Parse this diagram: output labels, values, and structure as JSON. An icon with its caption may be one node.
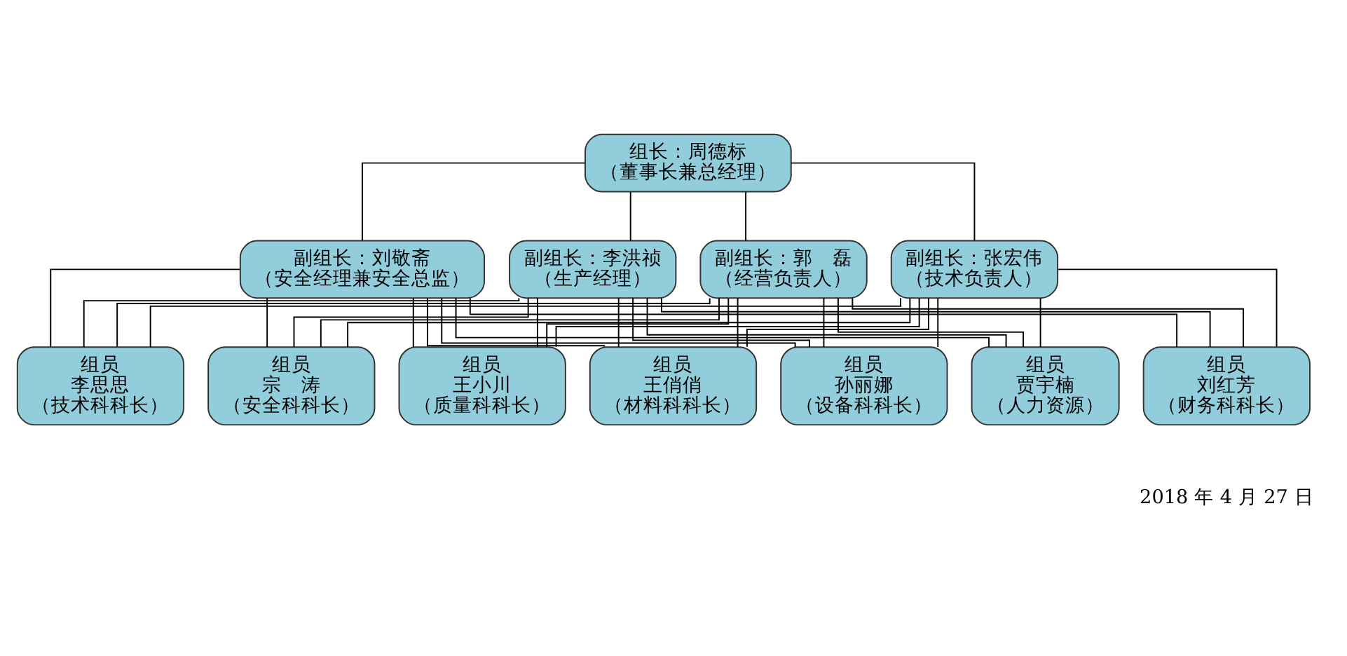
{
  "diagram": {
    "nodes": [
      {
        "text": [
          "组长：周德标",
          "（董事长兼总经理）"
        ]
      },
      {
        "text": [
          "副组长：刘敬斋",
          "（安全经理兼安全总监）"
        ]
      },
      {
        "text": [
          "副组长：李洪祯",
          "（生产经理）"
        ]
      },
      {
        "text": [
          "副组长：郭　磊",
          "（经营负责人）"
        ]
      },
      {
        "text": [
          "副组长：张宏伟",
          "（技术负责人）"
        ]
      },
      {
        "text": [
          "组员",
          "李思思",
          "（技术科科长）"
        ]
      },
      {
        "text": [
          "组员",
          "宗　涛",
          "（安全科科长）"
        ]
      },
      {
        "text": [
          "组员",
          "王小川",
          "（质量科科长）"
        ]
      },
      {
        "text": [
          "组员",
          "王俏俏",
          "（材料科科长）"
        ]
      },
      {
        "text": [
          "组员",
          "孙丽娜",
          "（设备科科长）"
        ]
      },
      {
        "text": [
          "组员",
          "贾宇楠",
          "（人力资源）"
        ]
      },
      {
        "text": [
          "组员",
          "刘红芳",
          "（财务科科长）"
        ]
      }
    ],
    "edges": [
      {
        "from": 0,
        "to": 1,
        "arrow": "none"
      },
      {
        "from": 0,
        "to": 2,
        "arrow": "none"
      },
      {
        "from": 0,
        "to": 3,
        "arrow": "none"
      },
      {
        "from": 0,
        "to": 4,
        "arrow": "none"
      },
      {
        "from": 1,
        "to": 5,
        "arrow": "none"
      },
      {
        "from": 1,
        "to": 6,
        "arrow": "none"
      },
      {
        "from": 1,
        "to": 7,
        "arrow": "none"
      },
      {
        "from": 1,
        "to": 8,
        "arrow": "none"
      },
      {
        "from": 1,
        "to": 9,
        "arrow": "none"
      },
      {
        "from": 1,
        "to": 10,
        "arrow": "none"
      },
      {
        "from": 1,
        "to": 11,
        "arrow": "none"
      },
      {
        "from": 2,
        "to": 5,
        "arrow": "none"
      },
      {
        "from": 2,
        "to": 6,
        "arrow": "none"
      },
      {
        "from": 2,
        "to": 7,
        "arrow": "none"
      },
      {
        "from": 2,
        "to": 8,
        "arrow": "none"
      },
      {
        "from": 2,
        "to": 9,
        "arrow": "none"
      },
      {
        "from": 2,
        "to": 10,
        "arrow": "none"
      },
      {
        "from": 2,
        "to": 11,
        "arrow": "none"
      },
      {
        "from": 3,
        "to": 5,
        "arrow": "none"
      },
      {
        "from": 3,
        "to": 6,
        "arrow": "none"
      },
      {
        "from": 3,
        "to": 7,
        "arrow": "none"
      },
      {
        "from": 3,
        "to": 8,
        "arrow": "none"
      },
      {
        "from": 3,
        "to": 9,
        "arrow": "none"
      },
      {
        "from": 3,
        "to": 10,
        "arrow": "none"
      },
      {
        "from": 3,
        "to": 11,
        "arrow": "none"
      },
      {
        "from": 4,
        "to": 5,
        "arrow": "none"
      },
      {
        "from": 4,
        "to": 6,
        "arrow": "none"
      },
      {
        "from": 4,
        "to": 7,
        "arrow": "none"
      },
      {
        "from": 4,
        "to": 8,
        "arrow": "none"
      },
      {
        "from": 4,
        "to": 9,
        "arrow": "none"
      },
      {
        "from": 4,
        "to": 10,
        "arrow": "none"
      },
      {
        "from": 4,
        "to": 11,
        "arrow": "none"
      }
    ],
    "labels": [
      "2018 年 4 月 27 日"
    ]
  }
}
